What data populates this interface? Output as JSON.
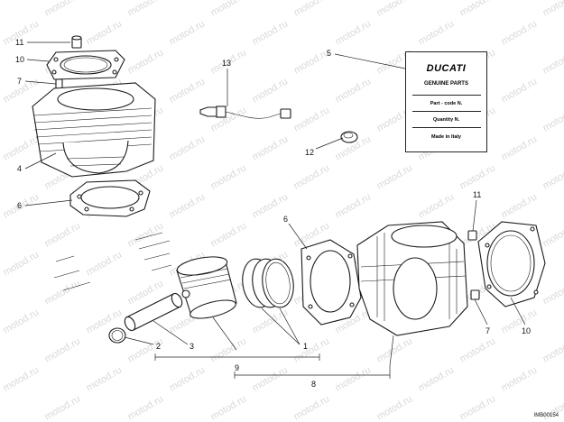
{
  "watermark": "motod.ru",
  "callouts": [
    {
      "id": "c11a",
      "label": "11"
    },
    {
      "id": "c10a",
      "label": "10"
    },
    {
      "id": "c7a",
      "label": "7"
    },
    {
      "id": "c4",
      "label": "4"
    },
    {
      "id": "c6a",
      "label": "6"
    },
    {
      "id": "c13",
      "label": "13"
    },
    {
      "id": "c5",
      "label": "5"
    },
    {
      "id": "c12",
      "label": "12"
    },
    {
      "id": "c6b",
      "label": "6"
    },
    {
      "id": "c11b",
      "label": "11"
    },
    {
      "id": "c7b",
      "label": "7"
    },
    {
      "id": "c10b",
      "label": "10"
    },
    {
      "id": "c2",
      "label": "2"
    },
    {
      "id": "c3",
      "label": "3"
    },
    {
      "id": "c1",
      "label": "1"
    },
    {
      "id": "c9",
      "label": "9"
    },
    {
      "id": "c8",
      "label": "8"
    }
  ],
  "info_card": {
    "brand": "DUCATI",
    "subtitle": "GENUINE PARTS",
    "part_code": "Part - code N.",
    "quantity": "Quantity N.",
    "origin": "Made in Italy"
  },
  "image_code": "IMB00154"
}
